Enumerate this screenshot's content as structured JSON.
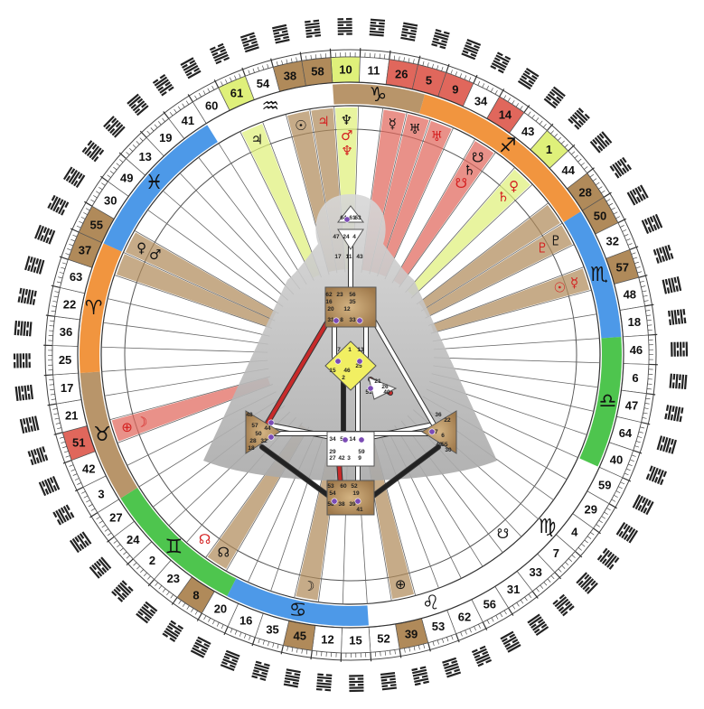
{
  "title": "",
  "colors": {
    "bg": "#ffffff",
    "ring_line": "#333333",
    "tan": "#b08a5a",
    "lime": "#dff07a",
    "red": "#e0675c",
    "orange": "#f08a2a",
    "blue": "#3a8ee6",
    "green": "#3bbf3b",
    "center_gold": "#b28a5e",
    "center_yellow": "#f1ef62",
    "body_gray": "#bcbcbc"
  },
  "gate_ring": [
    {
      "gate": "10",
      "fill": "lime"
    },
    {
      "gate": "11",
      "fill": "none"
    },
    {
      "gate": "26",
      "fill": "red"
    },
    {
      "gate": "5",
      "fill": "red"
    },
    {
      "gate": "9",
      "fill": "red"
    },
    {
      "gate": "34",
      "fill": "none"
    },
    {
      "gate": "14",
      "fill": "red"
    },
    {
      "gate": "43",
      "fill": "none"
    },
    {
      "gate": "1",
      "fill": "lime"
    },
    {
      "gate": "44",
      "fill": "none"
    },
    {
      "gate": "28",
      "fill": "tan"
    },
    {
      "gate": "50",
      "fill": "tan"
    },
    {
      "gate": "32",
      "fill": "none"
    },
    {
      "gate": "57",
      "fill": "tan"
    },
    {
      "gate": "48",
      "fill": "none"
    },
    {
      "gate": "18",
      "fill": "none"
    },
    {
      "gate": "46",
      "fill": "none"
    },
    {
      "gate": "6",
      "fill": "none"
    },
    {
      "gate": "47",
      "fill": "none"
    },
    {
      "gate": "64",
      "fill": "none"
    },
    {
      "gate": "40",
      "fill": "none"
    },
    {
      "gate": "59",
      "fill": "none"
    },
    {
      "gate": "29",
      "fill": "none"
    },
    {
      "gate": "4",
      "fill": "none"
    },
    {
      "gate": "7",
      "fill": "none"
    },
    {
      "gate": "33",
      "fill": "none"
    },
    {
      "gate": "31",
      "fill": "none"
    },
    {
      "gate": "56",
      "fill": "none"
    },
    {
      "gate": "62",
      "fill": "none"
    },
    {
      "gate": "53",
      "fill": "none"
    },
    {
      "gate": "39",
      "fill": "tan"
    },
    {
      "gate": "52",
      "fill": "none"
    },
    {
      "gate": "15",
      "fill": "none"
    },
    {
      "gate": "12",
      "fill": "none"
    },
    {
      "gate": "45",
      "fill": "tan"
    },
    {
      "gate": "35",
      "fill": "none"
    },
    {
      "gate": "16",
      "fill": "none"
    },
    {
      "gate": "20",
      "fill": "none"
    },
    {
      "gate": "8",
      "fill": "tan"
    },
    {
      "gate": "23",
      "fill": "none"
    },
    {
      "gate": "2",
      "fill": "none"
    },
    {
      "gate": "24",
      "fill": "none"
    },
    {
      "gate": "27",
      "fill": "none"
    },
    {
      "gate": "3",
      "fill": "none"
    },
    {
      "gate": "42",
      "fill": "none"
    },
    {
      "gate": "51",
      "fill": "red"
    },
    {
      "gate": "21",
      "fill": "none"
    },
    {
      "gate": "17",
      "fill": "none"
    },
    {
      "gate": "25",
      "fill": "none"
    },
    {
      "gate": "36",
      "fill": "none"
    },
    {
      "gate": "22",
      "fill": "none"
    },
    {
      "gate": "63",
      "fill": "none"
    },
    {
      "gate": "37",
      "fill": "tan"
    },
    {
      "gate": "55",
      "fill": "tan"
    },
    {
      "gate": "30",
      "fill": "none"
    },
    {
      "gate": "49",
      "fill": "none"
    },
    {
      "gate": "13",
      "fill": "none"
    },
    {
      "gate": "19",
      "fill": "none"
    },
    {
      "gate": "41",
      "fill": "none"
    },
    {
      "gate": "60",
      "fill": "none"
    },
    {
      "gate": "61",
      "fill": "lime"
    },
    {
      "gate": "54",
      "fill": "none"
    },
    {
      "gate": "38",
      "fill": "tan"
    },
    {
      "gate": "58",
      "fill": "tan"
    }
  ],
  "zodiac": [
    {
      "glyph": "♐",
      "name": "sagittarius",
      "color": "orange",
      "start": 3.5,
      "end": 11
    },
    {
      "glyph": "♏",
      "name": "scorpio",
      "color": "blue",
      "start": 11,
      "end": 16
    },
    {
      "glyph": "♎",
      "name": "libra",
      "color": "green",
      "start": 16,
      "end": 21
    },
    {
      "glyph": "♍",
      "name": "virgo",
      "color": "none",
      "start": 21,
      "end": 27
    },
    {
      "glyph": "♌",
      "name": "leo",
      "color": "none",
      "start": 27,
      "end": 32
    },
    {
      "glyph": "♋",
      "name": "cancer",
      "color": "blue",
      "start": 32,
      "end": 37.5
    },
    {
      "glyph": "♊",
      "name": "gemini",
      "color": "green",
      "start": 37.5,
      "end": 43
    },
    {
      "glyph": "♉",
      "name": "taurus",
      "color": "tan",
      "start": 43,
      "end": 48
    },
    {
      "glyph": "♈",
      "name": "aries",
      "color": "orange",
      "start": 48,
      "end": 53
    },
    {
      "glyph": "♓",
      "name": "pisces",
      "color": "blue",
      "start": 53,
      "end": 59
    },
    {
      "glyph": "♒",
      "name": "aquarius",
      "color": "none",
      "start": 59,
      "end": 64
    },
    {
      "glyph": "♑",
      "name": "capricorn",
      "color": "tan",
      "start": 64,
      "end": 67.5
    }
  ],
  "planets": [
    {
      "glyph": "♆",
      "gate_index": 0,
      "color": "#111111"
    },
    {
      "glyph": "♂",
      "gate_index": 0,
      "color": "#d42020"
    },
    {
      "glyph": "♆",
      "gate_index": 0,
      "color": "#d42020"
    },
    {
      "glyph": "☿",
      "gate_index": 2,
      "color": "#111111"
    },
    {
      "glyph": "♅",
      "gate_index": 3,
      "color": "#111111"
    },
    {
      "glyph": "♅",
      "gate_index": 4,
      "color": "#d42020"
    },
    {
      "glyph": "☋",
      "gate_index": 6,
      "color": "#111111"
    },
    {
      "glyph": "♄",
      "gate_index": 6,
      "color": "#111111"
    },
    {
      "glyph": "☋",
      "gate_index": 6,
      "color": "#d42020"
    },
    {
      "glyph": "♀",
      "gate_index": 8,
      "color": "#d42020"
    },
    {
      "glyph": "♄",
      "gate_index": 8,
      "color": "#d42020"
    },
    {
      "glyph": "♇",
      "gate_index": 11,
      "color": "#111111"
    },
    {
      "glyph": "♇",
      "gate_index": 11,
      "color": "#d42020"
    },
    {
      "glyph": "☿",
      "gate_index": 13,
      "color": "#d42020"
    },
    {
      "glyph": "☉",
      "gate_index": 13,
      "color": "#d42020"
    },
    {
      "glyph": "☋",
      "gate_index": 25,
      "color": "#111111"
    },
    {
      "glyph": "⊕",
      "gate_index": 30,
      "color": "#111111"
    },
    {
      "glyph": "☽",
      "gate_index": 34,
      "color": "#111111"
    },
    {
      "glyph": "☊",
      "gate_index": 38,
      "color": "#111111"
    },
    {
      "glyph": "☊",
      "gate_index": 39,
      "color": "#d42020"
    },
    {
      "glyph": "⊕",
      "gate_index": 45,
      "color": "#d42020"
    },
    {
      "glyph": "☽",
      "gate_index": 45,
      "color": "#d42020"
    },
    {
      "glyph": "♀",
      "gate_index": 53,
      "color": "#111111"
    },
    {
      "glyph": "♂",
      "gate_index": 53,
      "color": "#111111"
    },
    {
      "glyph": "♃",
      "gate_index": 60,
      "color": "#111111"
    },
    {
      "glyph": "☉",
      "gate_index": 62,
      "color": "#111111"
    },
    {
      "glyph": "♃",
      "gate_index": 63,
      "color": "#d42020"
    }
  ],
  "bodygraph": {
    "head": {
      "gates": [
        "64",
        "61",
        "63"
      ]
    },
    "ajna": {
      "gates": [
        "47",
        "24",
        "4",
        "17",
        "11",
        "43"
      ]
    },
    "throat": {
      "gates": [
        "62",
        "23",
        "56",
        "16",
        "35",
        "20",
        "12",
        "31",
        "8",
        "33"
      ]
    },
    "g": {
      "gates": [
        "7",
        "1",
        "13",
        "15",
        "46",
        "2",
        "25"
      ]
    },
    "heart": {
      "gates": [
        "21",
        "26",
        "51",
        "40"
      ]
    },
    "spleen": {
      "gates": [
        "48",
        "57",
        "44",
        "50",
        "32",
        "28",
        "18"
      ]
    },
    "sacral": {
      "gates": [
        "34",
        "5",
        "14",
        "29",
        "27",
        "42",
        "3",
        "9",
        "59"
      ]
    },
    "solar_plexus": {
      "gates": [
        "36",
        "22",
        "37",
        "6",
        "49",
        "55",
        "30"
      ]
    },
    "root": {
      "gates": [
        "53",
        "60",
        "52",
        "54",
        "19",
        "58",
        "38",
        "39",
        "41"
      ]
    }
  }
}
